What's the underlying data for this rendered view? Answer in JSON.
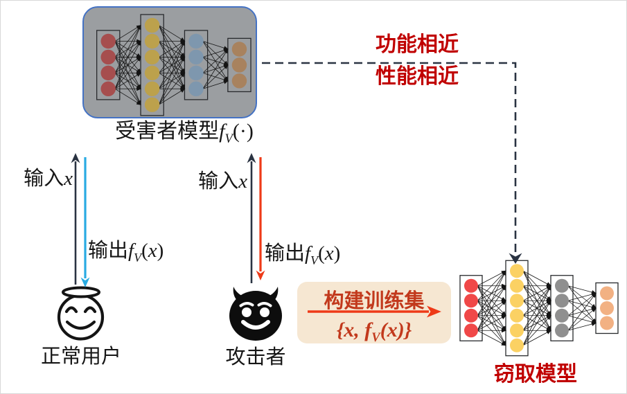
{
  "victim_model": {
    "label": {
      "prefix": "受害者模型",
      "f": "f",
      "sub": "V",
      "tail": "(·)"
    },
    "box_fill": "#9B9EA1",
    "box_border": "#4472C4",
    "network": {
      "layers": [
        {
          "count": 4,
          "color": "#A64E4E"
        },
        {
          "count": 6,
          "color": "#BCA14C"
        },
        {
          "count": 4,
          "color": "#7E97AE"
        },
        {
          "count": 3,
          "color": "#A8825E"
        }
      ]
    }
  },
  "similarity_note": {
    "line1": "功能相近",
    "line2": "性能相近",
    "color": "#C00000",
    "connector_color": "#2A3342"
  },
  "normal_user": {
    "label": "正常用户",
    "icon": "innocent-smiley-with-halo",
    "input": {
      "prefix": "输入",
      "var": "x"
    },
    "output": {
      "prefix": "输出",
      "f": "f",
      "sub": "V",
      "open": "(",
      "var": "x",
      "close": ")"
    },
    "request_arrow_color": "#2A3342",
    "response_arrow_color": "#29ABE2"
  },
  "attacker": {
    "label": "攻击者",
    "icon": "devil-face",
    "input": {
      "prefix": "输入",
      "var": "x"
    },
    "output": {
      "prefix": "输出",
      "f": "f",
      "sub": "V",
      "open": "(",
      "var": "x",
      "close": ")"
    },
    "request_arrow_color": "#2A3342",
    "response_arrow_color": "#EE3A18"
  },
  "training_set": {
    "title": "构建训练集",
    "formula": {
      "pre": "{",
      "x1": "x",
      "comma": ", ",
      "f": "f",
      "sub": "V",
      "open": "(",
      "x2": "x",
      "close": ")}"
    },
    "box_fill": "#F6E7D2",
    "text_color": "#C2391C",
    "arrow_color": "#EE3A18"
  },
  "stolen_model": {
    "label": "窃取模型",
    "label_color": "#C00000",
    "network": {
      "layers": [
        {
          "count": 4,
          "color": "#F04848"
        },
        {
          "count": 6,
          "color": "#FBD163"
        },
        {
          "count": 4,
          "color": "#8F8F8F"
        },
        {
          "count": 3,
          "color": "#F2B183"
        }
      ]
    }
  }
}
